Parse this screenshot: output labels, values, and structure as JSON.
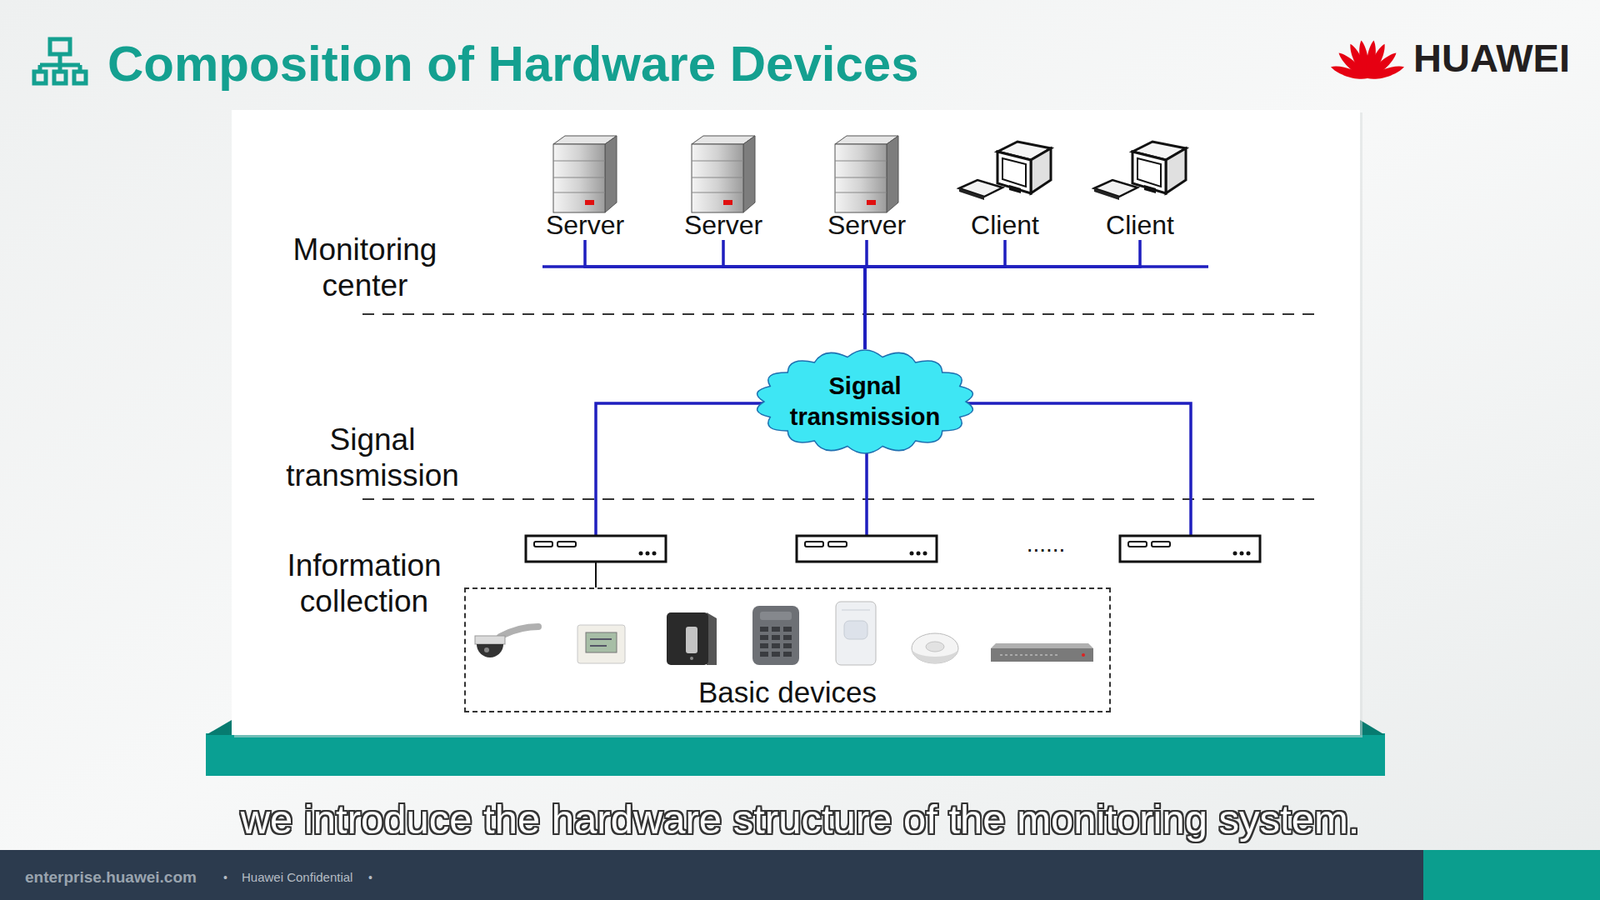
{
  "diagram": {
    "title": "Composition of Hardware Devices",
    "nodes": [
      {
        "text": [
          "Server"
        ]
      },
      {
        "text": [
          "Server"
        ]
      },
      {
        "text": [
          "Server"
        ]
      },
      {
        "text": [
          "Client"
        ]
      },
      {
        "text": [
          "Client"
        ]
      },
      {
        "text": [
          "Signal transmission"
        ]
      },
      {
        "text": [
          "Basic devices"
        ]
      }
    ],
    "edges": [
      {
        "from": 0,
        "to": 5,
        "arrow": "none"
      },
      {
        "from": 1,
        "to": 5,
        "arrow": "none"
      },
      {
        "from": 2,
        "to": 5,
        "arrow": "none"
      },
      {
        "from": 3,
        "to": 5,
        "arrow": "none"
      },
      {
        "from": 4,
        "to": 5,
        "arrow": "none"
      }
    ],
    "labels": [
      "Monitoring center",
      "Signal transmission",
      "Information collection",
      "......",
      "HUAWEI",
      "we introduce the hardware structure of the monitoring system.",
      "enterprise.huawei.com",
      "•",
      "Huawei Confidential",
      "•"
    ]
  }
}
